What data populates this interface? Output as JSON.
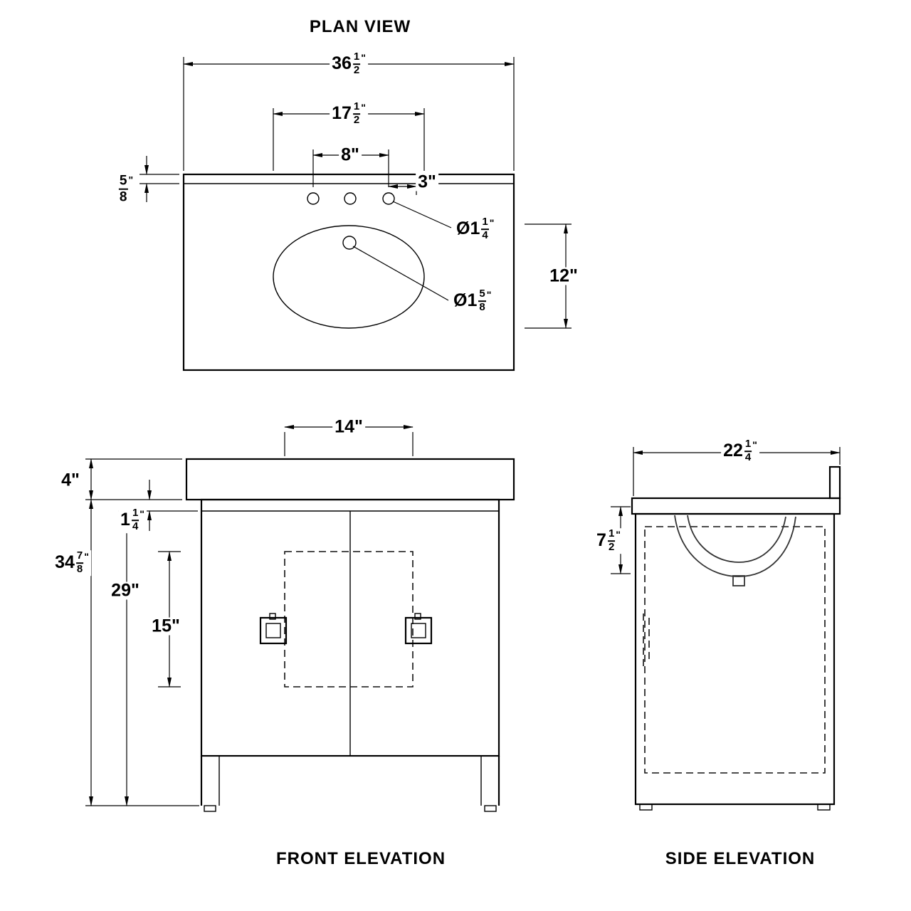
{
  "plan": {
    "title": "PLAN VIEW",
    "dims": {
      "overall_width": {
        "whole": "36",
        "num": "1",
        "den": "2",
        "unit": "\""
      },
      "sink_cutout_width": {
        "whole": "17",
        "num": "1",
        "den": "2",
        "unit": "\""
      },
      "faucet_spread": "8\"",
      "hole_offset": "3\"",
      "top_thickness": {
        "whole": "",
        "num": "5",
        "den": "8",
        "unit": "\""
      },
      "faucet_hole_dia": {
        "whole": "Ø1",
        "num": "1",
        "den": "4",
        "unit": "\""
      },
      "drain_hole_dia": {
        "whole": "Ø1",
        "num": "5",
        "den": "8",
        "unit": "\""
      },
      "sink_depth": "12\""
    }
  },
  "front": {
    "title": "FRONT ELEVATION",
    "dims": {
      "sink_clear_width": "14\"",
      "counter_height": "4\"",
      "counter_reveal": {
        "whole": "1",
        "num": "1",
        "den": "4",
        "unit": "\""
      },
      "overall_height": {
        "whole": "34",
        "num": "7",
        "den": "8",
        "unit": "\""
      },
      "cabinet_height": "29\"",
      "door_opening_height": "15\""
    }
  },
  "side": {
    "title": "SIDE ELEVATION",
    "dims": {
      "overall_depth": {
        "whole": "22",
        "num": "1",
        "den": "4",
        "unit": "\""
      },
      "bowl_depth": {
        "whole": "7",
        "num": "1",
        "den": "2",
        "unit": "\""
      }
    }
  }
}
